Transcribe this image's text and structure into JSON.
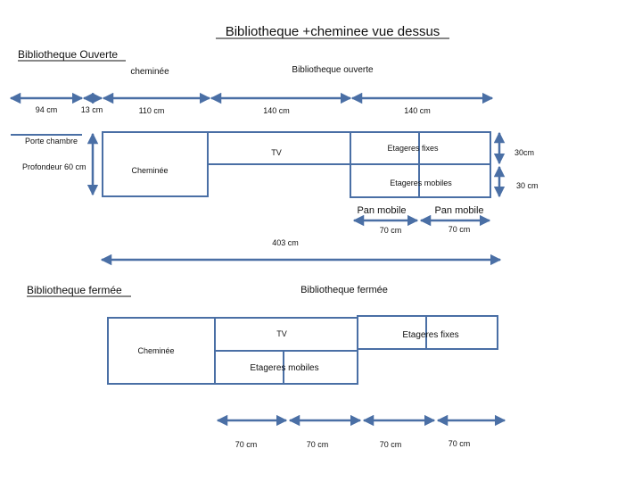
{
  "title": "Bibliotheque +cheminee vue dessus",
  "accent_color": "#4a6fa5",
  "open": {
    "heading": "Bibliotheque Ouverte",
    "label_cheminee": "cheminée",
    "label_bibliotheque": "Bibliotheque ouverte",
    "dim_94": "94 cm",
    "dim_13": "13 cm",
    "dim_110": "110 cm",
    "dim_140a": "140 cm",
    "dim_140b": "140 cm",
    "porte": "Porte chambre",
    "profondeur": "Profondeur 60 cm",
    "box_cheminee": "Cheminée",
    "box_tv": "TV",
    "box_fixes": "Etageres  fixes",
    "box_mobiles": "Etageres  mobiles",
    "dim_30a": "30cm",
    "dim_30b": "30 cm",
    "pan1": "Pan mobile",
    "pan2": "Pan mobile",
    "dim_70a": "70 cm",
    "dim_70b": "70 cm",
    "total": "403 cm"
  },
  "closed": {
    "heading": "Bibliotheque fermée",
    "label_bibliotheque": "Bibliotheque  fermée",
    "box_cheminee": "Cheminée",
    "box_tv": "TV",
    "box_fixes": "Etageres fixes",
    "box_mobiles": "Etageres  mobiles",
    "dim_70a": "70 cm",
    "dim_70b": "70 cm",
    "dim_70c": "70 cm",
    "dim_70d": "70 cm"
  }
}
